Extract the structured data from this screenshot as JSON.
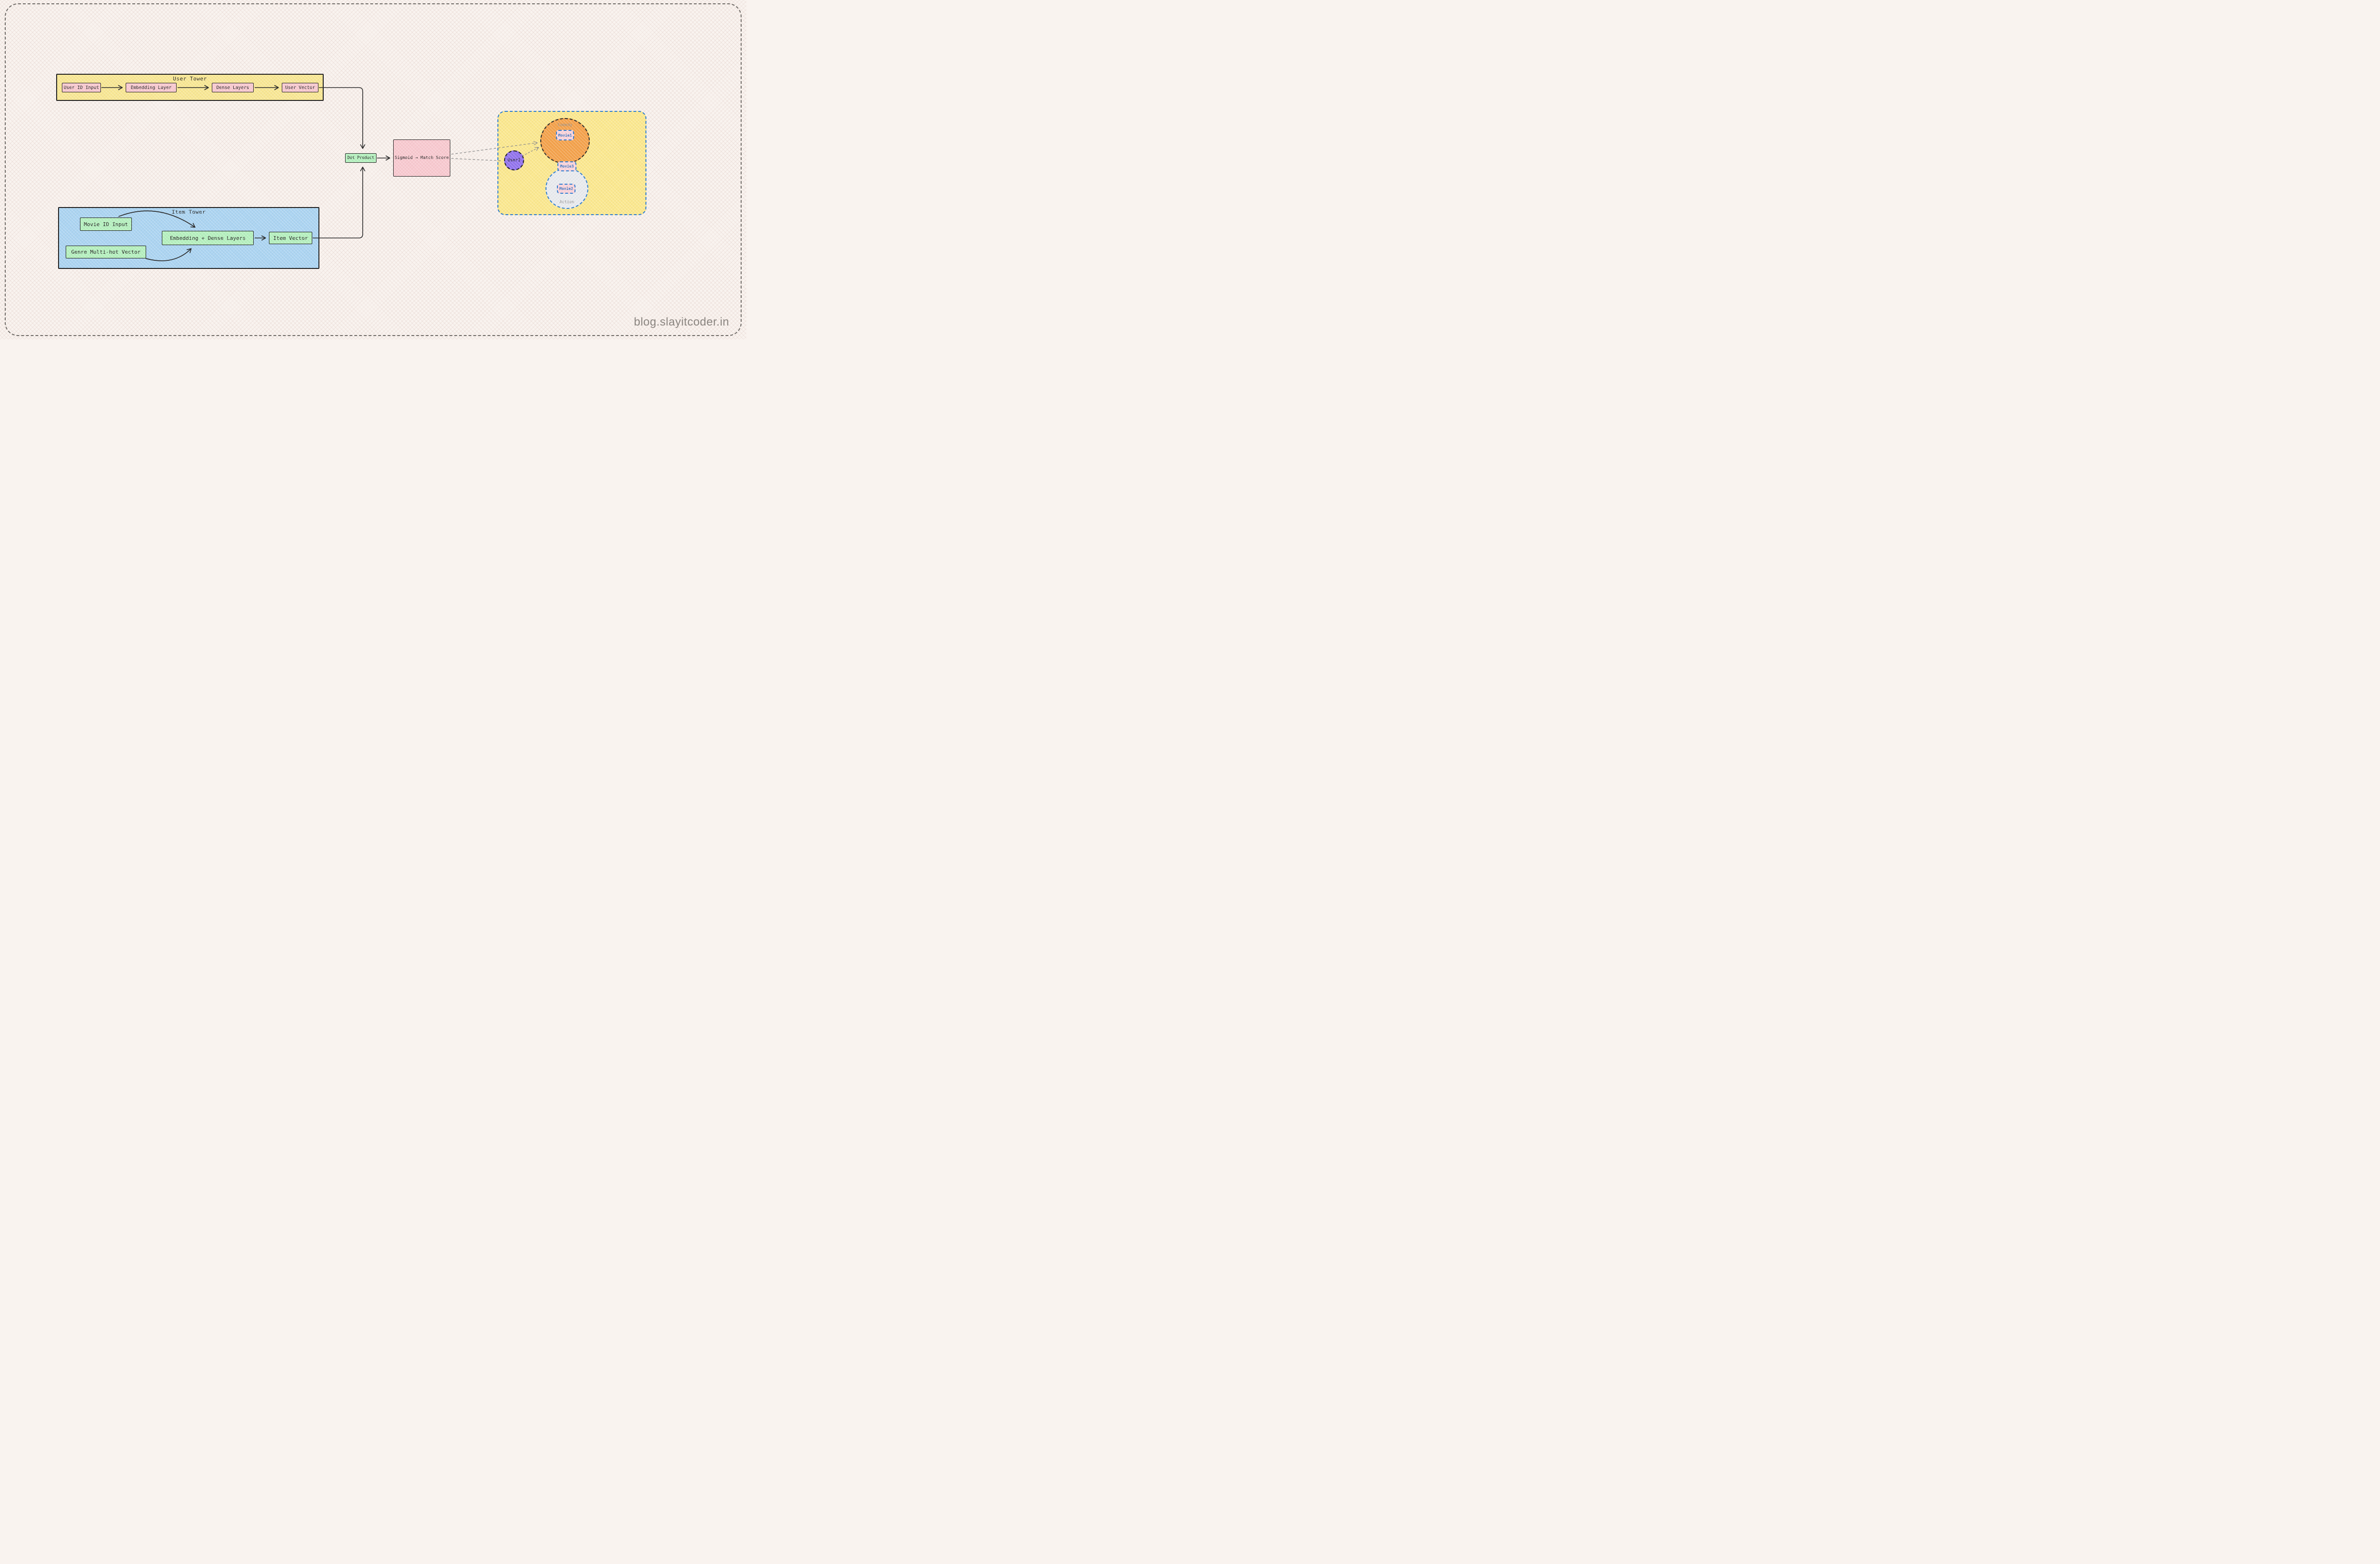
{
  "watermark": "blog.slayitcoder.in",
  "user_tower": {
    "title": "User Tower",
    "nodes": [
      {
        "label": "User ID Input"
      },
      {
        "label": "Embedding Layer"
      },
      {
        "label": "Dense Layers"
      },
      {
        "label": "User Vector"
      }
    ]
  },
  "item_tower": {
    "title": "Item Tower",
    "nodes": [
      {
        "label": "Movie ID Input"
      },
      {
        "label": "Genre Multi-hot Vector"
      },
      {
        "label": "Embedding + Dense Layers"
      },
      {
        "label": "Item Vector"
      }
    ]
  },
  "scoring": {
    "dot_product_label": "Dot Product",
    "sigmoid_label": "Sigmoid → Match Score"
  },
  "embedding_space": {
    "clusters": [
      {
        "label": "Comedy"
      },
      {
        "label": "Action"
      }
    ],
    "user_node": {
      "label": "User1"
    },
    "movie_nodes": [
      {
        "label": "Movie1"
      },
      {
        "label": "Movie3"
      },
      {
        "label": "Movie2"
      }
    ]
  },
  "colors": {
    "background": "#f9f3ef",
    "frame_dash": "#6e6a66",
    "ink": "#1e1e1e",
    "user_tower_fill": "#f8e794",
    "item_tower_fill": "#abd4f2",
    "node_pink": "#f8c9d0",
    "node_green": "#b5f0bf",
    "panel_yellow": "#fbe88f",
    "comedy_orange": "#f4a24c",
    "action_gray": "#e9ebef",
    "user_purple": "#9273ee",
    "chip_pink": "#f9d3da",
    "dashed_blue": "#2d7dd2",
    "chip_text_blue": "#2d6fc1",
    "muted_gray": "#8f8f8f",
    "connector": "#2b2b2b",
    "dashed_connector": "#8d8d8d",
    "watermark_gray": "#8a8580"
  }
}
